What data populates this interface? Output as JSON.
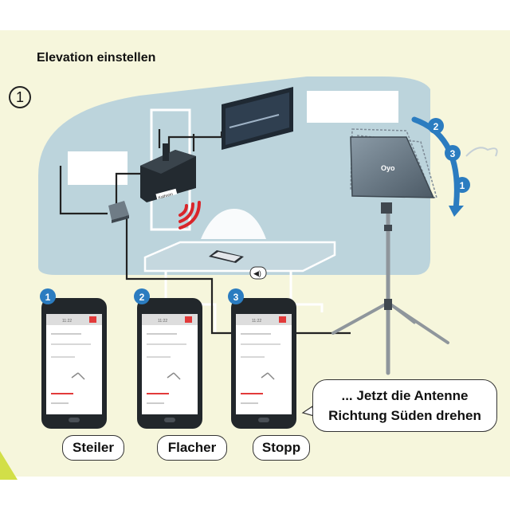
{
  "title": "Elevation einstellen",
  "step_number": "1",
  "router_brand": "Kathrein",
  "dish_brand": "Oyo",
  "dish_steps": [
    "2",
    "3",
    "1"
  ],
  "phones": [
    {
      "number": "1",
      "time": "11:22",
      "label": "Steiler"
    },
    {
      "number": "2",
      "time": "11:22",
      "label": "Flacher"
    },
    {
      "number": "3",
      "time": "11:22",
      "label": "Stopp"
    }
  ],
  "speaker_icon": "speaker-icon",
  "callout": {
    "line1": "... Jetzt die Antenne",
    "line2": "Richtung Süden drehen"
  },
  "colors": {
    "panel": "#f6f6dc",
    "caravan": "#b9d2da",
    "accent_blue": "#2b7cc0",
    "signal_red": "#d9252a",
    "corner_green": "#d2df48"
  }
}
